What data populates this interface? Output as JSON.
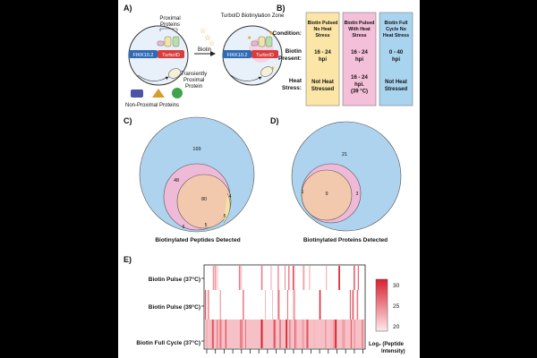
{
  "panel_labels": {
    "a": "A)",
    "b": "B)",
    "c": "C)",
    "d": "D)",
    "e": "E)"
  },
  "panel_a": {
    "proximal_proteins": "Proximal Proteins",
    "zone_title": "TurboID Biotinylation Zone",
    "biotin": "Biotin",
    "fikk": "FIKK10.2",
    "turboid": "TurboID",
    "transient_line1": "Transiently",
    "transient_line2": "Proximal",
    "transient_line3": "Protein",
    "non_proximal": "Non-Proximal Proteins"
  },
  "panel_b": {
    "row_labels": {
      "condition": "Condition:",
      "present_1": "Biotin",
      "present_2": "Present:",
      "heat_1": "Heat",
      "heat_2": "Stress:"
    },
    "columns": [
      {
        "color": "#fbe6a8",
        "cond": [
          "Biotin Pulsed",
          "No Heat",
          "Stress"
        ],
        "present": [
          "16 - 24",
          "hpi"
        ],
        "heat": [
          "Not Heat",
          "Stressed"
        ]
      },
      {
        "color": "#f4bfd9",
        "cond": [
          "Biotin Pulsed",
          "With Heat",
          "Stress"
        ],
        "present": [
          "16 - 24",
          "hpi"
        ],
        "heat": [
          "16 - 24",
          "hpi.",
          "(39 °C)"
        ]
      },
      {
        "color": "#a9d4ef",
        "cond": [
          "Biotin Full",
          "Cycle No",
          "Heat Stress"
        ],
        "present": [
          "0 - 40",
          "hpi"
        ],
        "heat": [
          "Not Heat",
          "Stressed"
        ]
      }
    ]
  },
  "panel_c": {
    "title": "Biotinylated Peptides Detected",
    "values": {
      "blue_only": "169",
      "pink_only": "48",
      "center": "80",
      "right": "4",
      "bottom_left": "6",
      "bottom_mid": "5",
      "bottom_right": "5"
    }
  },
  "panel_d": {
    "title": "Biotinylated Proteins Detected",
    "values": {
      "blue_only": "21",
      "center": "9",
      "left": "1",
      "right": "3"
    }
  },
  "panel_e": {
    "rows": [
      "Biotin Pulse (37°C)",
      "Biotin Pulse (39°C)",
      "Biotin Full Cycle (37°C)"
    ],
    "legend_ticks": [
      "30",
      "25",
      "20"
    ],
    "legend_title_1": "Log₂ (Peptide",
    "legend_title_2": "Intensity)",
    "colors": {
      "low": "#fde9ec",
      "high": "#d9202f"
    }
  },
  "colors": {
    "blue_circle": "#aed3ee",
    "pink_circle": "#efbad8",
    "orange_circle": "#f3cba7",
    "fikk": "#2f6bb5",
    "turboid": "#d93c3c"
  }
}
